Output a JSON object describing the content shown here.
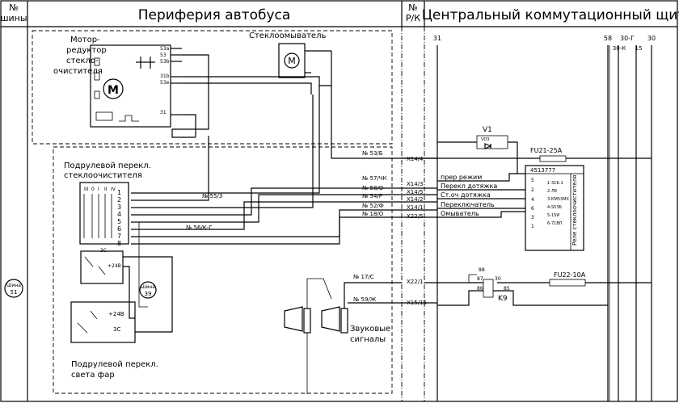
{
  "header": {
    "bus_no_top": "№",
    "bus_no_bottom": "шины",
    "left_title": "Периферия автобуса",
    "mid_top": "№",
    "mid_bottom": "Р/К",
    "right_title": "Центральный коммутационный щит"
  },
  "bus_columns": [
    "58",
    "30-Г",
    "30",
    "30-К",
    "15"
  ],
  "bus_31": "31",
  "components": {
    "wiper_motor": [
      "Мотор-",
      "редуктор",
      "стекло-",
      "очистителя"
    ],
    "washer": "Стеклоомыватель",
    "wiper_switch": [
      "Подрулевой перекл.",
      "стеклоочистителя"
    ],
    "headlight_switch": [
      "Подрулевой перекл.",
      "света фар"
    ],
    "horns": [
      "Звуковые",
      "сигналы"
    ],
    "bus51_top": "Шина",
    "bus51_bottom": "51",
    "bus39_top": "Шина",
    "bus39_bottom": "39"
  },
  "motor_pins": [
    "53а",
    "53",
    "53b",
    "31b",
    "53е",
    "31"
  ],
  "switch_positions": [
    "III",
    "0",
    "I",
    "II",
    "IV"
  ],
  "switch_pins": [
    "1",
    "2",
    "3",
    "4",
    "5",
    "6",
    "7",
    "8"
  ],
  "hl_pins": {
    "plus": "+24В",
    "s3": "3С"
  },
  "hl2_pins": {
    "plus": "+24В",
    "s3": "3С"
  },
  "wires": {
    "w53b": "№ 53/Б",
    "w57": "№ 57/ЧК",
    "w58": "№ 58/О",
    "w54": "№ 54/Р",
    "w52": "№ 52/Ф",
    "w18": "№ 18/О",
    "w553": "№ 55/З",
    "w56": "№ 56/К-Г",
    "w17": "№ 17/С",
    "w59": "№ 59/Ж"
  },
  "connectors": {
    "x144": "X14/4",
    "x143": "X14/3",
    "x145": "X14/5",
    "x142": "X14/2",
    "x141": "X14/1",
    "x225": "X22/5",
    "x221": "X22/1",
    "x1515": "X15/15"
  },
  "relay_inputs": [
    "прер режим",
    "Перекл дотяжка",
    "Ст.оч дотяжка",
    "Переключатель",
    "Омыватель"
  ],
  "relay_pin_nums": [
    "5",
    "2",
    "4",
    "6",
    "3",
    "1"
  ],
  "relay": {
    "part": "4513777",
    "name": "Реле стеклоочистителя",
    "inner": [
      "1-31Б-1",
      "2-Л8",
      "3-КМ53МХ",
      "4-S53Б",
      "5-15И",
      "6-71ВП"
    ]
  },
  "diode": {
    "name": "V1",
    "part": "VD3"
  },
  "fuse1": "FU21-25А",
  "fuse2": "FU22-10А",
  "relay_k9": {
    "name": "K9",
    "pins": [
      "88",
      "87",
      "86",
      "30",
      "85"
    ]
  }
}
